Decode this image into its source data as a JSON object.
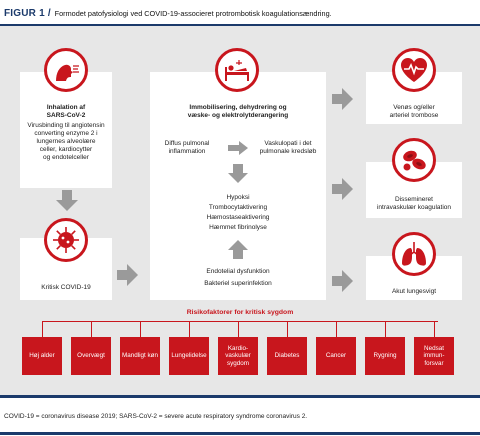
{
  "header": {
    "figure_label": "FIGUR 1",
    "slash": "/",
    "caption": "Formodet patofysiologi ved COVID-19-associeret protrombotisk koagulationsændring."
  },
  "left": {
    "inhalation_title_1": "Inhalation af",
    "inhalation_title_2": "SARS-CoV-2",
    "inhalation_body": [
      "Virusbinding til angiotensin",
      "converting enzyme 2 i",
      "lungernes alveolære",
      "celler, kardiocytter",
      "og endotelceller"
    ],
    "critical": "Kritisk COVID-19"
  },
  "center": {
    "title_1": "Immobilisering, dehydrering og",
    "title_2": "væske- og elektrolytderangering",
    "left_1": "Diffus pulmonal",
    "left_2": "inflammation",
    "right_1": "Vaskulopati i det",
    "right_2": "pulmonale kredsløb",
    "mid": [
      "Hypoksi",
      "Trombocytaktivering",
      "Hæmostaseaktivering",
      "Hæmmet fibrinolyse"
    ],
    "bottom": [
      "Endotelial dysfunktion",
      "Bakteriel superinfektion"
    ]
  },
  "right": {
    "out1": [
      "Venøs og/eller",
      "arteriel trombose"
    ],
    "out2": [
      "Dissemineret",
      "intravaskulær koagulation"
    ],
    "out3": "Akut lungesvigt"
  },
  "risk": {
    "title": "Risikofaktorer for kritisk sygdom",
    "items": [
      [
        "Høj alder"
      ],
      [
        "Overvægt"
      ],
      [
        "Mandligt køn"
      ],
      [
        "Lungelidelse"
      ],
      [
        "Kardio-",
        "vaskulær",
        "sygdom"
      ],
      [
        "Diabetes"
      ],
      [
        "Cancer"
      ],
      [
        "Rygning"
      ],
      [
        "Nedsat",
        "immun-",
        "forsvar"
      ]
    ]
  },
  "footer": "COVID-19 = coronavirus disease 2019; SARS-CoV-2 = severe acute respiratory syndrome coronavirus 2.",
  "colors": {
    "accent": "#c8161d",
    "navy": "#1b3a6b",
    "panel": "#e7e7e7",
    "arrow": "#9a9a9a"
  },
  "icons": [
    "person-breathing-icon",
    "virus-icon",
    "patient-in-bed-icon",
    "heart-rate-icon",
    "blood-cells-icon",
    "lungs-icon"
  ]
}
